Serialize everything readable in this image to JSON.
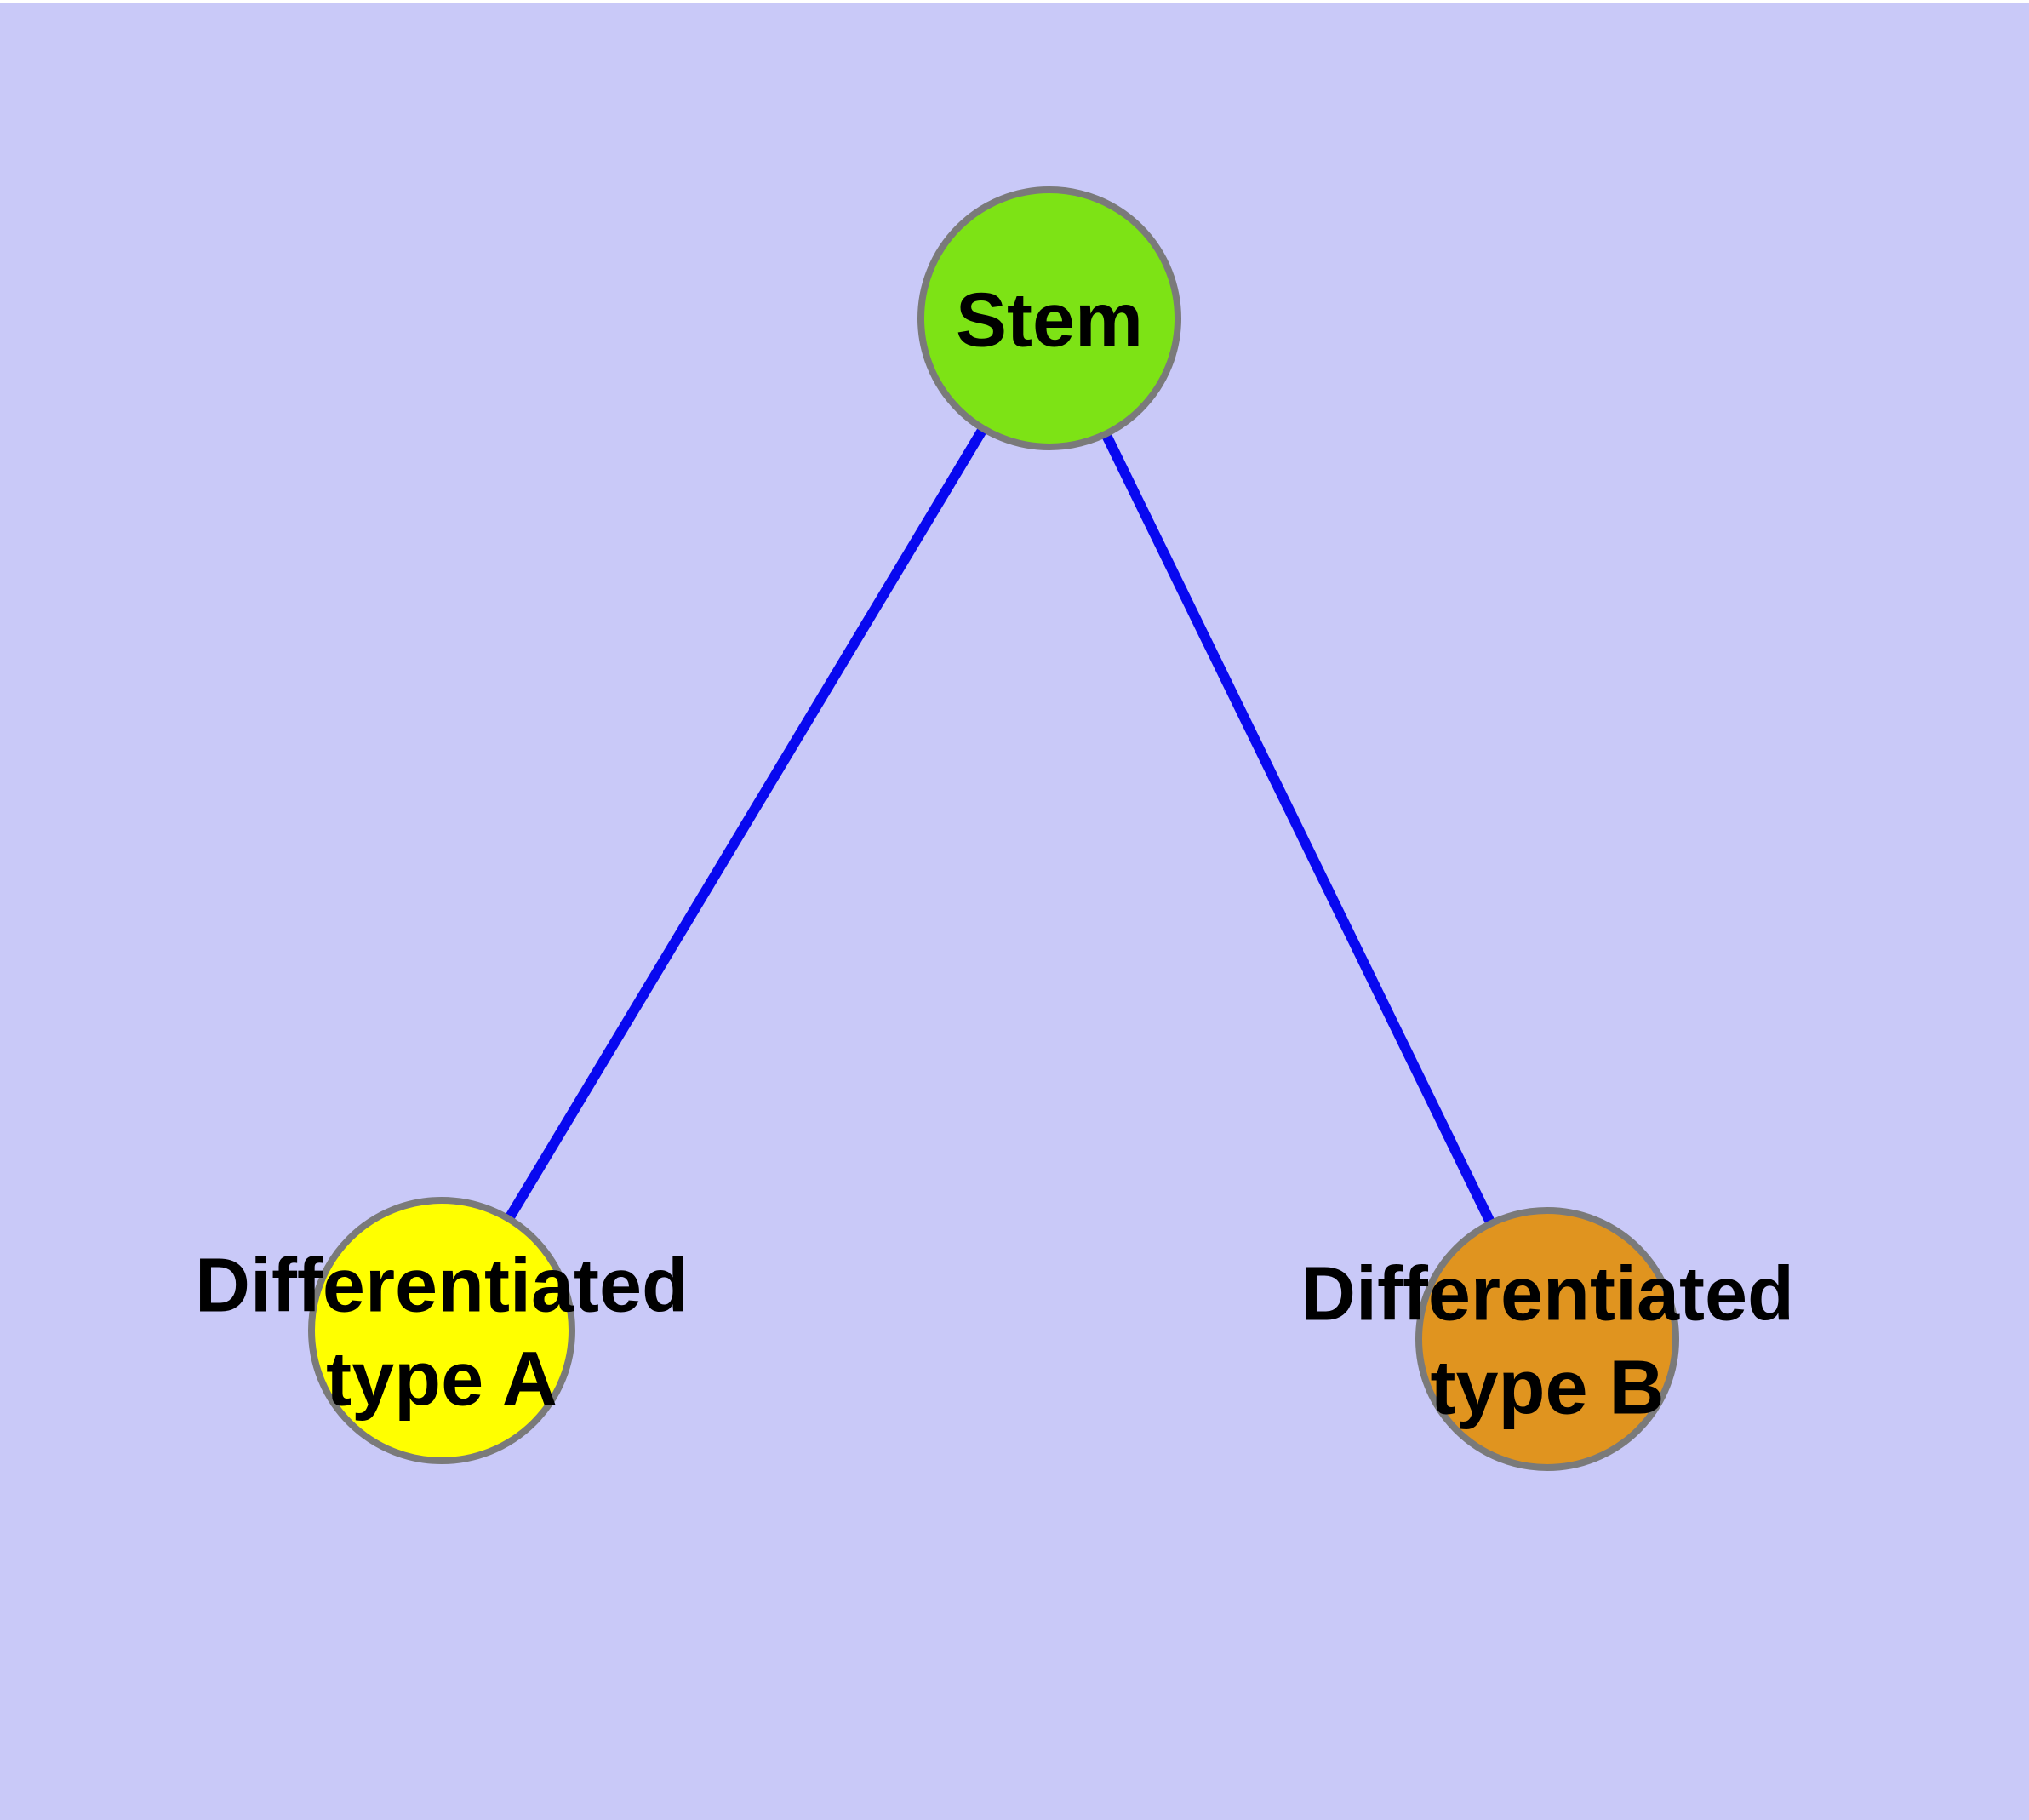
{
  "diagram": {
    "description": "Stem cell differentiation graph",
    "colors": {
      "background": "#c9c9f8",
      "top_strip": "#ffffff",
      "edge": "#0808f0",
      "node_border": "#7a7a7a",
      "label_text": "#000000"
    },
    "nodes": [
      {
        "id": "stem",
        "label": "Stem",
        "line1": "Stem",
        "line2": "",
        "color": "#7de315"
      },
      {
        "id": "type-a",
        "label": "Differentiated type A",
        "line1": "Differentiated",
        "line2": "type A",
        "color": "#ffff00"
      },
      {
        "id": "type-b",
        "label": "Differentiated type B",
        "line1": "Differentiated",
        "line2": "type B",
        "color": "#e0941f"
      }
    ],
    "edges": [
      {
        "from": "stem",
        "to": "type-a"
      },
      {
        "from": "stem",
        "to": "type-b"
      }
    ]
  }
}
